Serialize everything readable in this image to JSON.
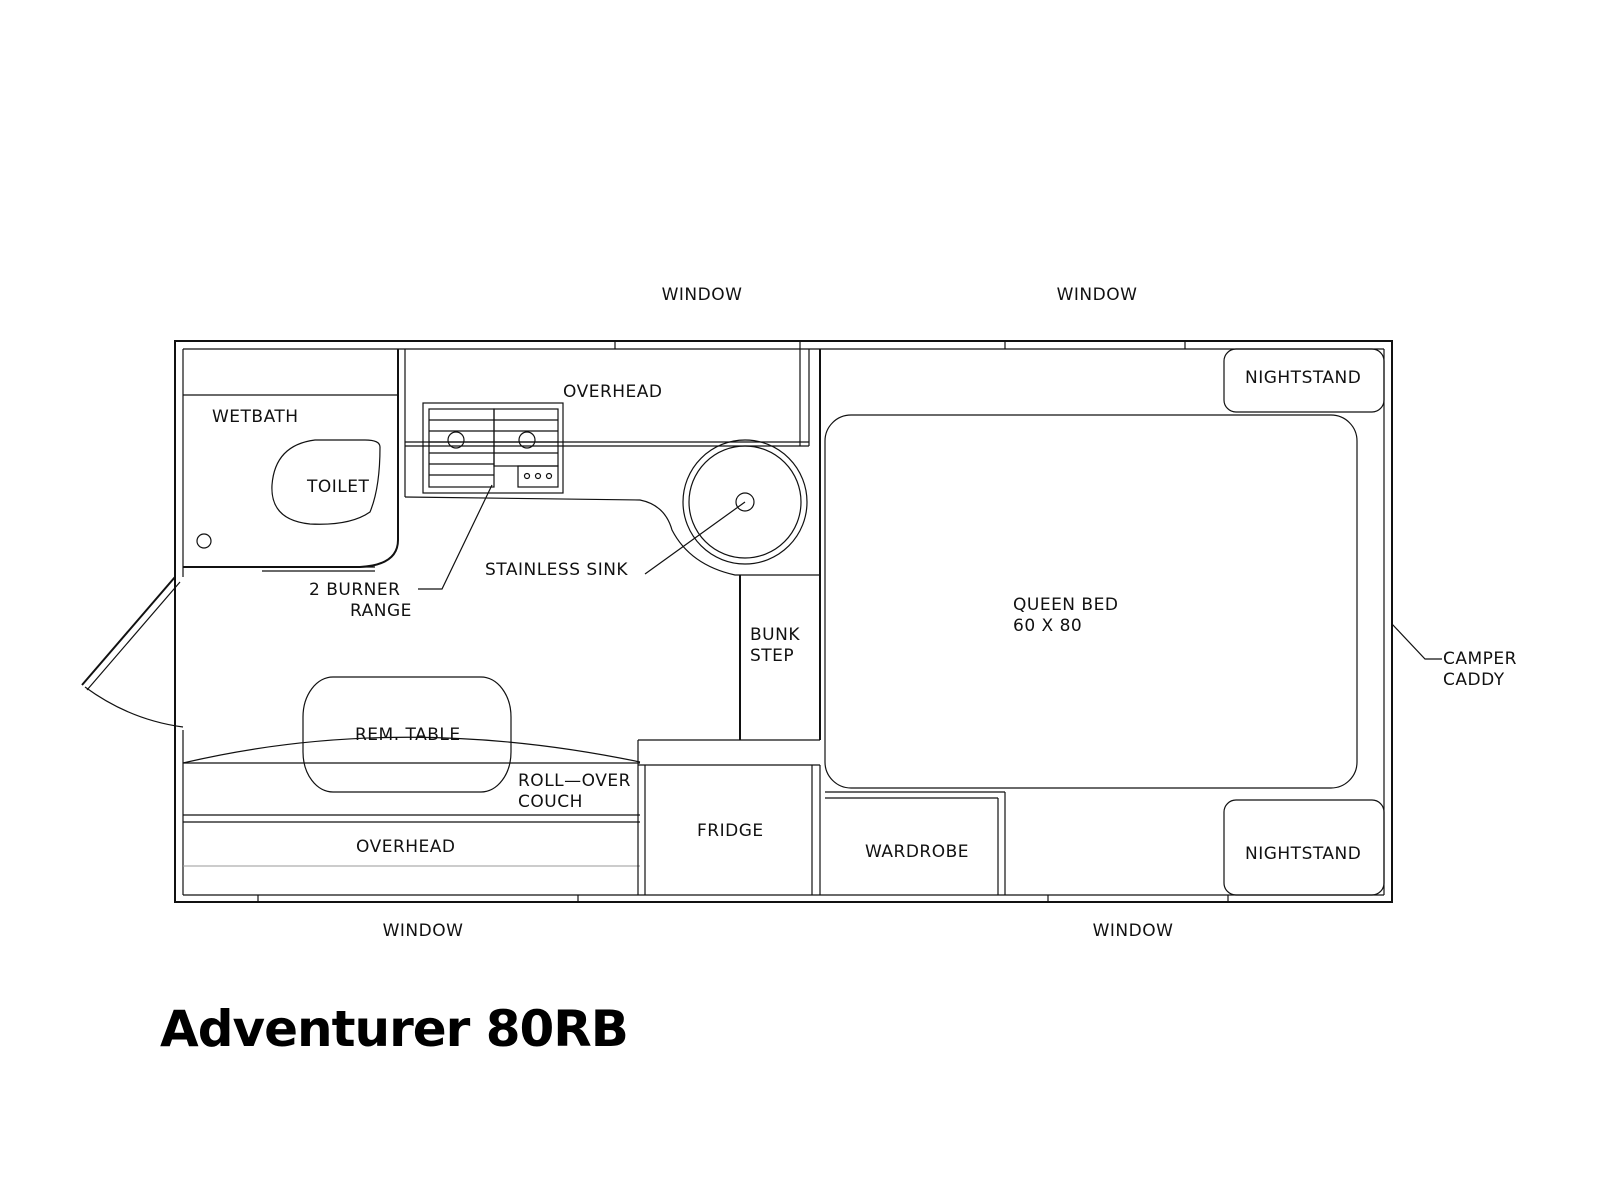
{
  "title": "Adventurer 80RB",
  "labels": {
    "window_top_left": "WINDOW",
    "window_top_right": "WINDOW",
    "window_bottom_left": "WINDOW",
    "window_bottom_right": "WINDOW",
    "wetbath": "WETBATH",
    "toilet": "TOILET",
    "overhead_galley": "OVERHEAD",
    "burner_range_line1": "2 BURNER",
    "burner_range_line2": "RANGE",
    "stainless_sink": "STAINLESS SINK",
    "bunk_step_line1": "BUNK",
    "bunk_step_line2": "STEP",
    "rem_table": "REM. TABLE",
    "couch_line1": "ROLL—OVER",
    "couch_line2": "COUCH",
    "overhead_bottom": "OVERHEAD",
    "fridge": "FRIDGE",
    "wardrobe": "WARDROBE",
    "nightstand_top": "NIGHTSTAND",
    "nightstand_bottom": "NIGHTSTAND",
    "queen_bed_line1": "QUEEN BED",
    "queen_bed_line2": "60 X 80",
    "camper_caddy_line1": "CAMPER",
    "camper_caddy_line2": "CADDY"
  }
}
